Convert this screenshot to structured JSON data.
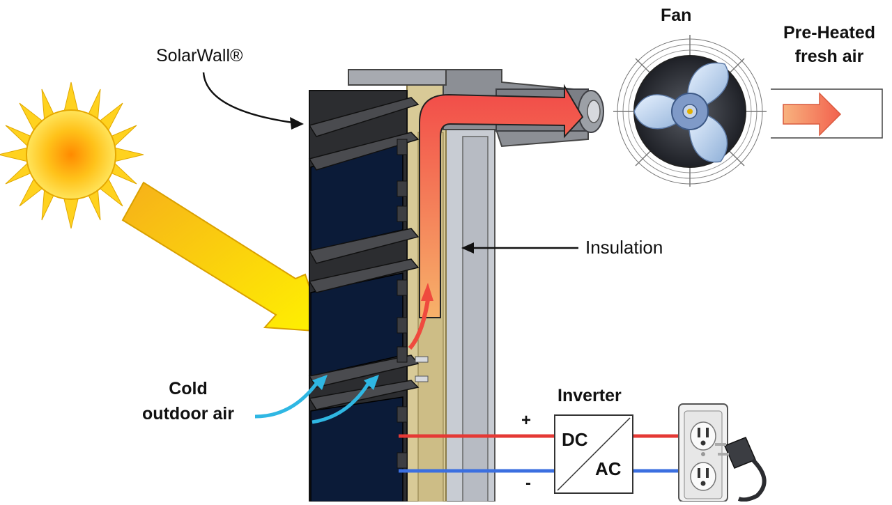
{
  "labels": {
    "solarwall": "SolarWall®",
    "fan": "Fan",
    "preheated": "Pre-Heated",
    "fresh_air": "fresh air",
    "insulation": "Insulation",
    "cold": "Cold",
    "outdoor_air": "outdoor air",
    "inverter": "Inverter",
    "plus": "+",
    "minus": "-",
    "dc": "DC",
    "ac": "AC"
  },
  "colors": {
    "panel_dark": "#0b1b38",
    "frame": "#3a3b3e",
    "insulation": "#d6c99a",
    "duct": "#c9ccd2",
    "hot_air": "#f0504a",
    "warm_air": "#f7a35c",
    "cold_air": "#2fb7e3",
    "positive_wire": "#e53935",
    "negative_wire": "#3b6fe0",
    "sun": "#ffd21f"
  },
  "icons": [
    "sun-icon",
    "fan-icon",
    "outlet-icon",
    "plug-icon",
    "inverter-icon"
  ]
}
